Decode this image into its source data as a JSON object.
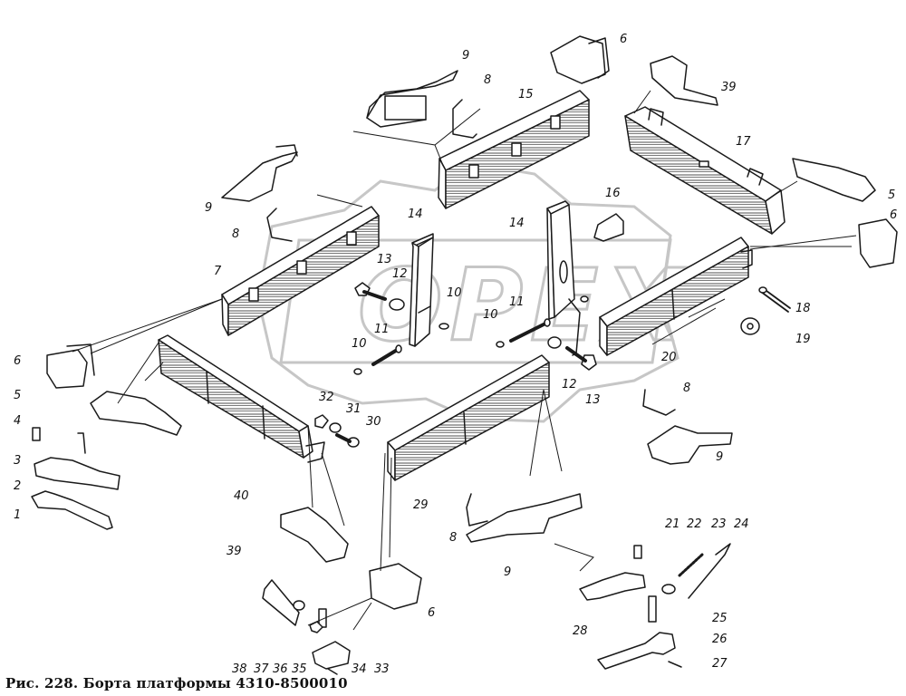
{
  "caption": "Рис. 228. Борта платформы 4310-8500010",
  "watermark": {
    "brand": "OPEX"
  },
  "colors": {
    "ink": "#1a1a1a",
    "paper": "#ffffff",
    "watermark": "#bbbbbb"
  },
  "callouts": [
    "9",
    "6",
    "8",
    "15",
    "39",
    "17",
    "9",
    "8",
    "5",
    "6",
    "7",
    "14",
    "16",
    "14",
    "13",
    "12",
    "10",
    "11",
    "10",
    "11",
    "10",
    "12",
    "18",
    "19",
    "13",
    "20",
    "6",
    "5",
    "4",
    "3",
    "2",
    "1",
    "32",
    "31",
    "30",
    "40",
    "29",
    "8",
    "9",
    "39",
    "8",
    "9",
    "21",
    "22",
    "23",
    "24",
    "6",
    "25",
    "28",
    "26",
    "27",
    "38",
    "37",
    "36",
    "35",
    "34",
    "33"
  ]
}
